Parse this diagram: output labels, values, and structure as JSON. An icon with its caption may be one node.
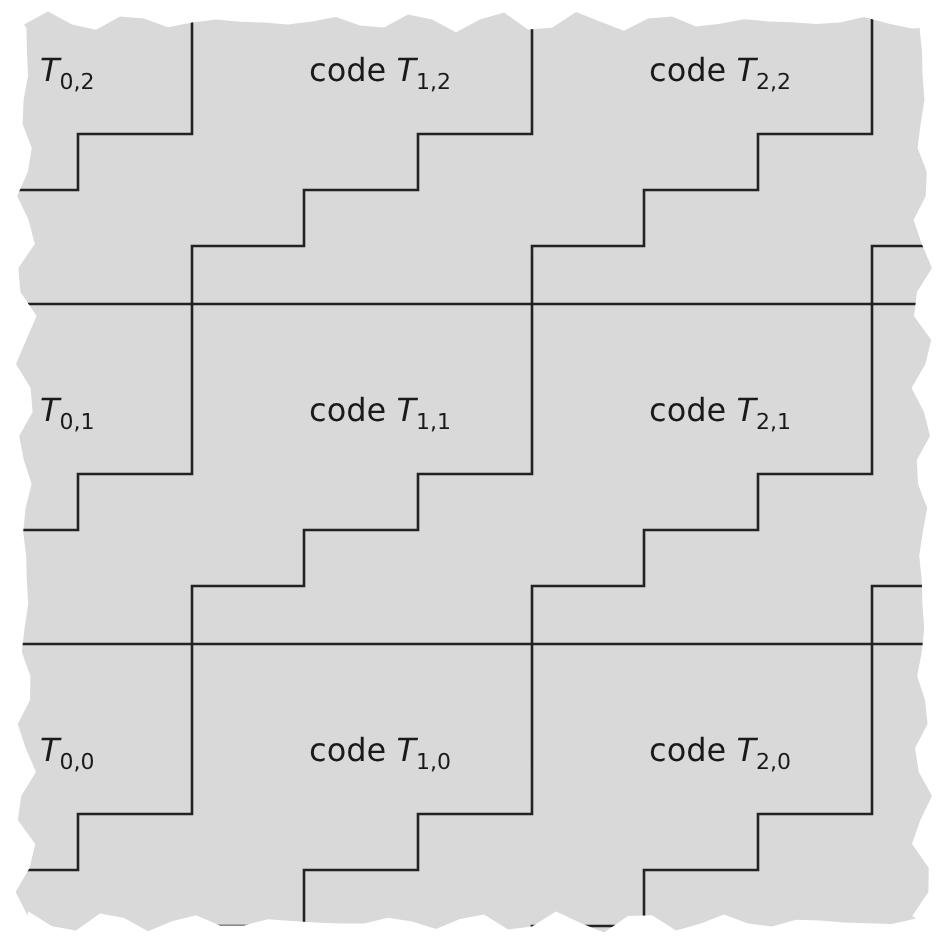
{
  "diagram": {
    "labels": [
      "*T*$_{0,2}$",
      "code *T*$_{1,2}$",
      "code *T*$_{2,2}$",
      "*T*$_{0,1}$",
      "code *T*$_{1,1}$",
      "code *T*$_{2,1}$",
      "*T*$_{0,0}$",
      "code *T*$_{1,0}$",
      "code *T*$_{2,0}$"
    ]
  }
}
